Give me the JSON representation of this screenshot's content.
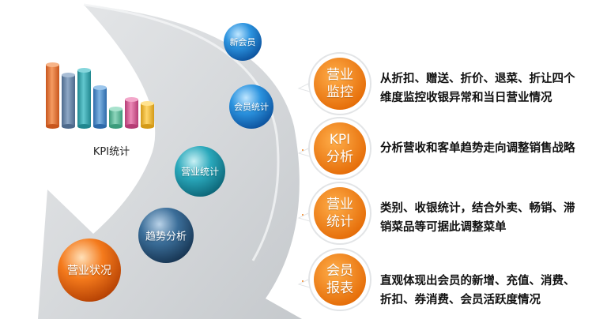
{
  "kpi_chart_label": "KPI统计",
  "arc_orbs": [
    {
      "label": "新会员"
    },
    {
      "label": "会员统计"
    },
    {
      "label": "营业统计"
    },
    {
      "label": "趋势分析"
    },
    {
      "label": "营业状况"
    }
  ],
  "features": [
    {
      "title_lines": [
        "营业",
        "监控"
      ],
      "desc_lines": [
        "从折扣、赠送、折价、退菜、折让四个",
        "维度监控收银异常和当日营业情况"
      ]
    },
    {
      "title_lines": [
        "KPI",
        "分析"
      ],
      "desc_lines": [
        "分析营收和客单趋势走向调整销售战略"
      ]
    },
    {
      "title_lines": [
        "营业",
        "统计"
      ],
      "desc_lines": [
        "类别、收银统计，结合外卖、畅销、滞",
        "销菜品等可据此调整菜单"
      ]
    },
    {
      "title_lines": [
        "会员",
        "报表"
      ],
      "desc_lines": [
        "直观体现出会员的新增、充值、消费、",
        "折扣、券消费、会员活跃度情况"
      ]
    }
  ],
  "colors": {
    "badge_orange": "#f07c10",
    "orb_blue": "#1e88d8",
    "orb_teal": "#27a5b8",
    "orb_navy": "#2f5e86",
    "orb_orange": "#ef6a10"
  }
}
